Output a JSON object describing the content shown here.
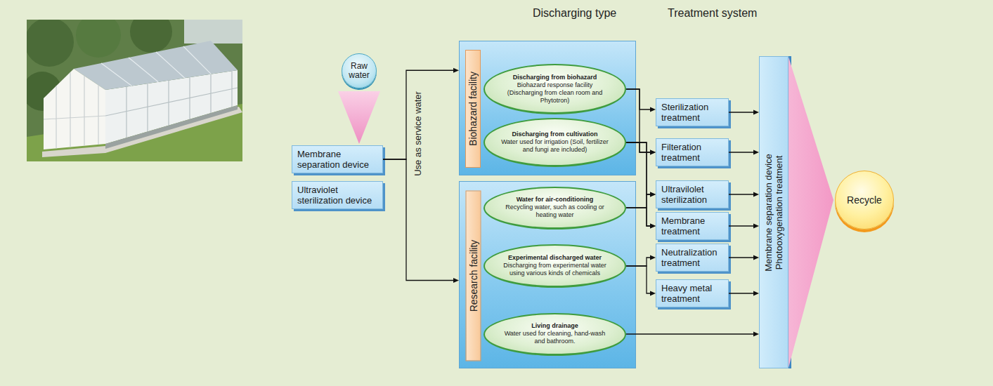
{
  "diagram": {
    "nodes": [
      {
        "text": [
          "Raw water"
        ]
      },
      {
        "text": [
          "Membrane separation device"
        ]
      },
      {
        "text": [
          "Ultraviolet sterilization device"
        ]
      },
      {
        "text": [
          "Biohazard facility"
        ]
      },
      {
        "text": [
          "Discharging from biohazard",
          "Biohazard response facility (Discharging from clean room and Phytotron)"
        ],
        "in": 3
      },
      {
        "text": [
          "Discharging from cultivation",
          "Water used for irrigation (Soil, fertilizer and fungi are included)"
        ],
        "in": 3
      },
      {
        "text": [
          "Research facility"
        ]
      },
      {
        "text": [
          "Water for air-conditioning",
          "Recycling water, such as cooling or heating water"
        ],
        "in": 6
      },
      {
        "text": [
          "Experimental discharged water",
          "Discharging from experimental water using various kinds of chemicals"
        ],
        "in": 6
      },
      {
        "text": [
          "Living drainage",
          "Water used for cleaning, hand-wash and bathroom."
        ],
        "in": 6
      },
      {
        "text": [
          "Sterilization treatment"
        ]
      },
      {
        "text": [
          "Filteration treatment"
        ]
      },
      {
        "text": [
          "Ultravilolet sterilization"
        ]
      },
      {
        "text": [
          "Membrane treatment"
        ]
      },
      {
        "text": [
          "Neutralization treatment"
        ]
      },
      {
        "text": [
          "Heavy metal treatment"
        ]
      },
      {
        "text": [
          "Membrane separation device Photooxygenation treatment"
        ]
      },
      {
        "text": [
          "Recycle"
        ]
      }
    ],
    "edges": [
      {
        "from": 0,
        "to": 1,
        "arrow": "to"
      },
      {
        "from": 1,
        "to": 3,
        "arrow": "to"
      },
      {
        "from": 1,
        "to": 6,
        "arrow": "to"
      },
      {
        "from": 4,
        "to": 10,
        "arrow": "to"
      },
      {
        "from": 4,
        "to": 11,
        "arrow": "to"
      },
      {
        "from": 5,
        "to": 11,
        "arrow": "to"
      },
      {
        "from": 5,
        "to": 12,
        "arrow": "to"
      },
      {
        "from": 5,
        "to": 13,
        "arrow": "to"
      },
      {
        "from": 7,
        "to": 12,
        "arrow": "to"
      },
      {
        "from": 7,
        "to": 13,
        "arrow": "to"
      },
      {
        "from": 8,
        "to": 14,
        "arrow": "to"
      },
      {
        "from": 8,
        "to": 15,
        "arrow": "to"
      },
      {
        "from": 9,
        "to": 16,
        "arrow": "to"
      },
      {
        "from": 10,
        "to": 16,
        "arrow": "to"
      },
      {
        "from": 11,
        "to": 16,
        "arrow": "to"
      },
      {
        "from": 12,
        "to": 16,
        "arrow": "to"
      },
      {
        "from": 13,
        "to": 16,
        "arrow": "to"
      },
      {
        "from": 14,
        "to": 16,
        "arrow": "to"
      },
      {
        "from": 15,
        "to": 16,
        "arrow": "to"
      },
      {
        "from": 16,
        "to": 17,
        "arrow": "to"
      }
    ],
    "labels": [
      "Discharging type",
      "Treatment system",
      "Use as service water"
    ]
  }
}
